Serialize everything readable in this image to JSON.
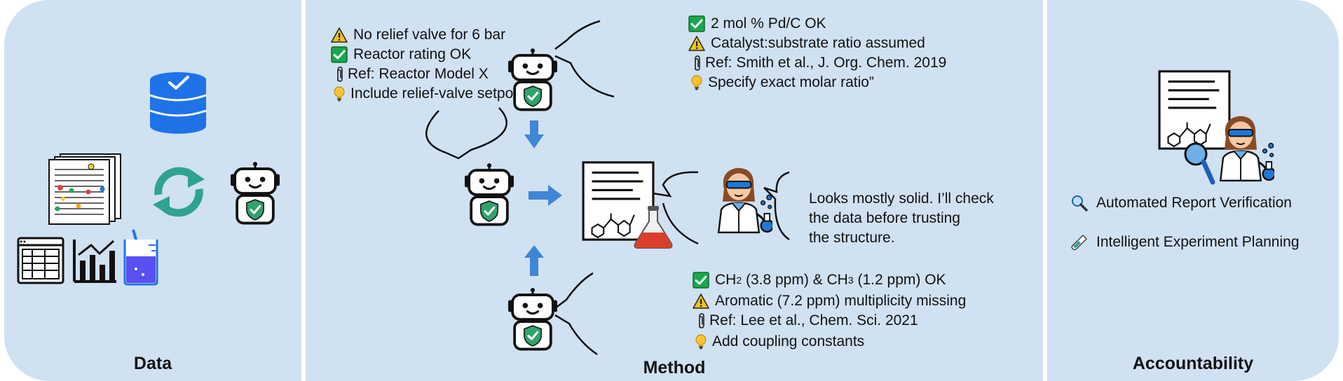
{
  "panels": {
    "data_title": "Data",
    "method_title": "Method",
    "accountability_title": "Accountability"
  },
  "method": {
    "left_feedback": [
      {
        "icon": "warning",
        "text": "No relief valve for 6 bar"
      },
      {
        "icon": "check",
        "text": "Reactor rating OK"
      },
      {
        "icon": "paperclip",
        "text": "Ref: Reactor Model X"
      },
      {
        "icon": "bulb",
        "text": "Include relief-valve setpoint"
      }
    ],
    "top_feedback": [
      {
        "icon": "check",
        "text": "2 mol % Pd/C OK"
      },
      {
        "icon": "warning",
        "text": "Catalyst:substrate ratio assumed"
      },
      {
        "icon": "paperclip",
        "text": "Ref: Smith et al., J. Org. Chem. 2019"
      },
      {
        "icon": "bulb",
        "text": "Specify exact molar ratio”"
      }
    ],
    "bottom_feedback": {
      "line1": {
        "icon": "check",
        "a": "CH",
        "a_sub": "2",
        "b": " (3.8 ppm) & CH",
        "b_sub": "3",
        "c": " (1.2 ppm) OK"
      },
      "rest": [
        {
          "icon": "warning",
          "text": "Aromatic (7.2 ppm) multiplicity missing"
        },
        {
          "icon": "paperclip",
          "text": "Ref: Lee et al., Chem. Sci. 2021"
        },
        {
          "icon": "bulb",
          "text": "Add coupling constants"
        }
      ]
    },
    "scientist_speech": [
      "Looks mostly solid. I’ll check",
      "the data before trusting",
      "the structure."
    ]
  },
  "accountability": {
    "items": [
      {
        "icon": "magnifier",
        "text": "Automated Report Verification"
      },
      {
        "icon": "test-tube",
        "text": "Intelligent Experiment Planning"
      }
    ]
  },
  "colors": {
    "panel": "#d0e1f2",
    "arrow": "#3f86d6",
    "shield": "#2fa36b",
    "database": "#1e73e8",
    "sync": "#2fa392",
    "check": "#19a84a",
    "warning": "#f2c21a"
  }
}
